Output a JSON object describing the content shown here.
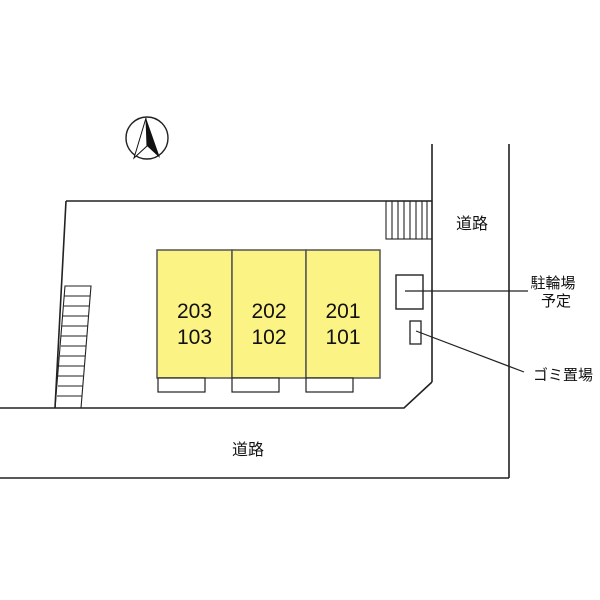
{
  "colors": {
    "unit_fill": "#fbf383",
    "unit_stroke": "#555555",
    "line": "#222222"
  },
  "compass": {
    "icon": "north-arrow-icon"
  },
  "units": [
    {
      "upper": "203",
      "lower": "103"
    },
    {
      "upper": "202",
      "lower": "102"
    },
    {
      "upper": "201",
      "lower": "101"
    }
  ],
  "labels": {
    "road_east": "道路",
    "road_south": "道路",
    "bicycle_parking_line1": "駐輪場",
    "bicycle_parking_line2": "予定",
    "garbage": "ゴミ置場"
  }
}
